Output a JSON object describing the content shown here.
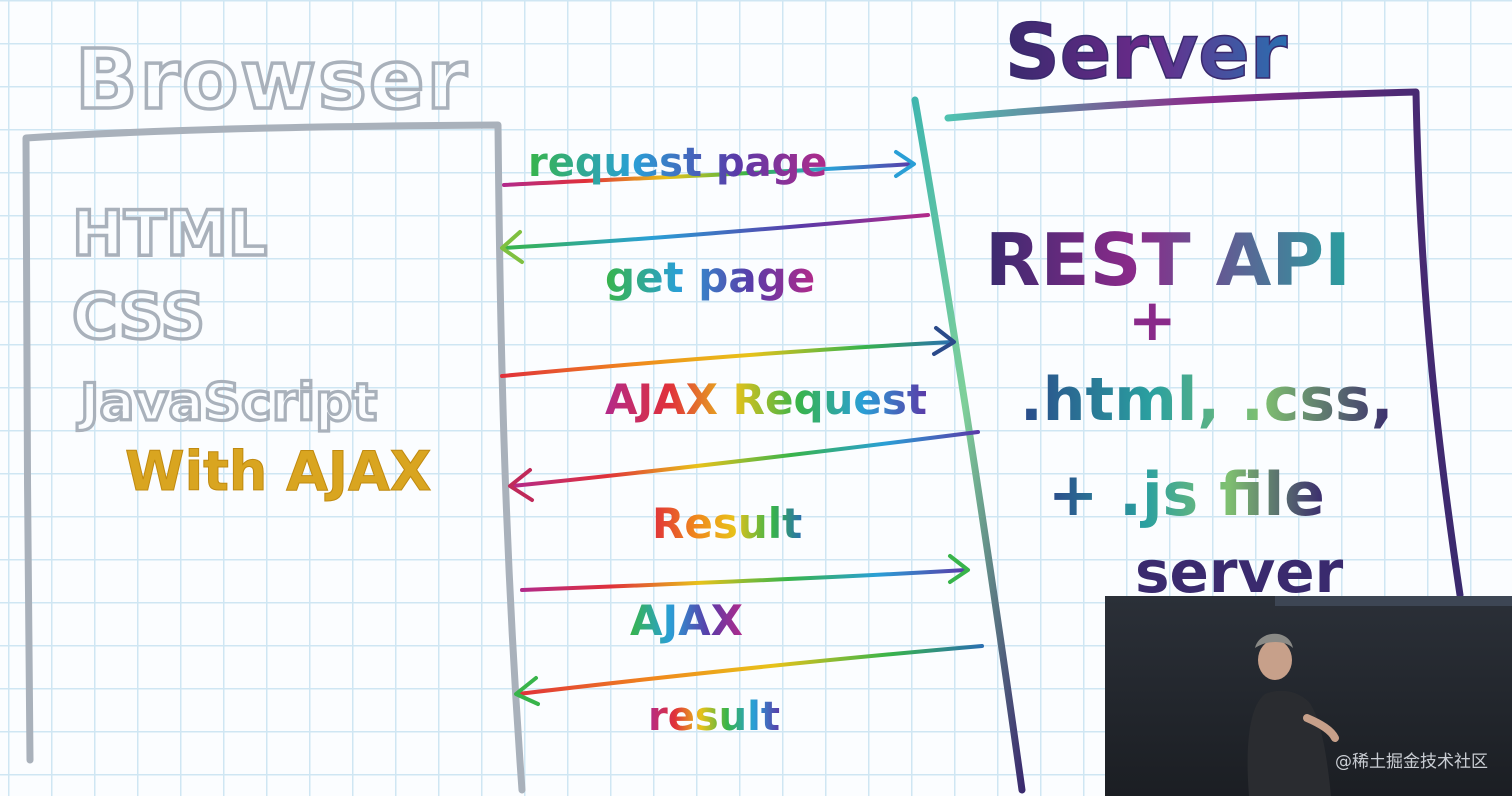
{
  "browser": {
    "title": "Browser",
    "items": [
      "HTML",
      "CSS",
      "JavaScript"
    ],
    "note": "With AJAX"
  },
  "server": {
    "title": "Server",
    "lines": [
      "REST API",
      "+",
      ".html, .css,",
      "+ .js file",
      "server"
    ]
  },
  "arrows": [
    {
      "label": "request page",
      "direction": "to-server"
    },
    {
      "label": "get page",
      "direction": "to-browser"
    },
    {
      "label": "AJAX Request",
      "direction": "to-server"
    },
    {
      "label": "Result",
      "direction": "to-browser"
    },
    {
      "label": "AJAX",
      "direction": "to-server"
    },
    {
      "label": "result",
      "direction": "to-browser"
    }
  ],
  "watermark": "@稀土掘金技术社区",
  "colors": {
    "grid": "#cfe6f3",
    "browser_ink": "#a9b1bb",
    "ajax_note": "#d9a520",
    "server_title": "#4a2a7a",
    "server_box_left": "#3fb6ae",
    "server_box_right": "#3a2a6e",
    "rainbow": [
      "#e0303a",
      "#f08a1c",
      "#e8c21a",
      "#38b44a",
      "#2a9fd6",
      "#5a3aa8",
      "#b22a8a"
    ]
  }
}
